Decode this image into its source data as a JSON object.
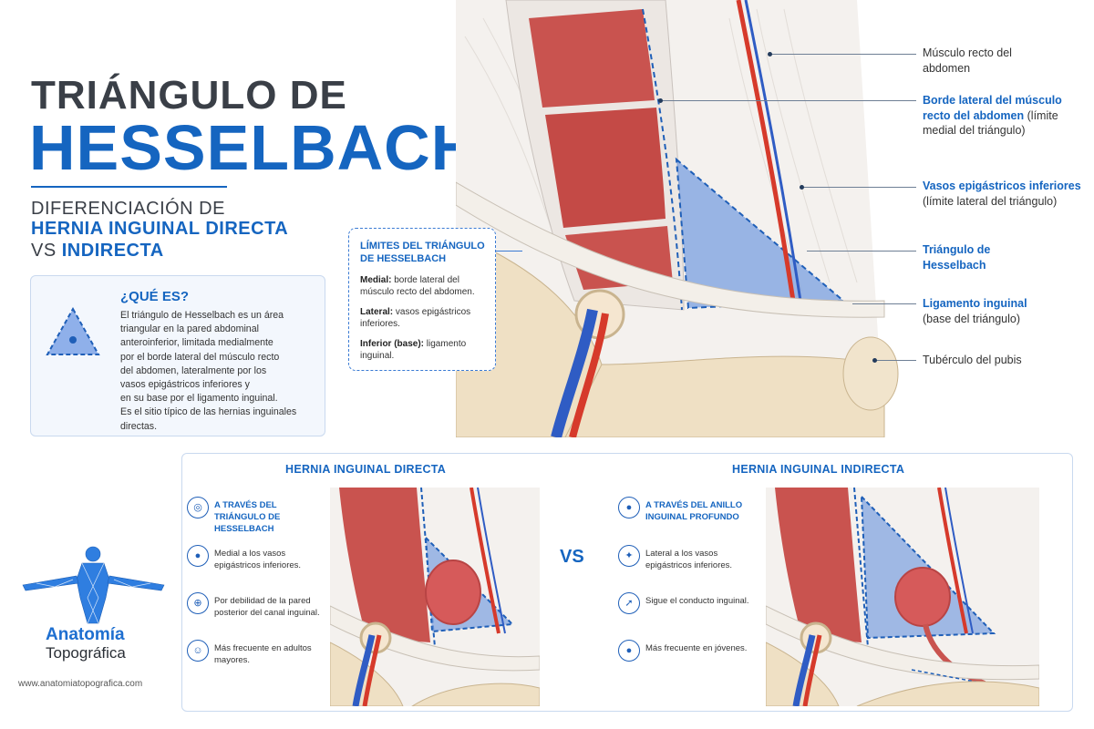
{
  "header": {
    "title_line1": "TRIÁNGULO DE",
    "title_line2": "HESSELBACH",
    "subtitle_line1": "DIFERENCIACIÓN DE",
    "subtitle_line2": "HERNIA INGUINAL DIRECTA",
    "subtitle_vs": "VS",
    "subtitle_line3": "INDIRECTA"
  },
  "que_es": {
    "title": "¿QUÉ ES?",
    "lines": [
      "El triángulo de Hesselbach es un área",
      "triangular en la pared abdominal",
      "anteroinferior, limitada medialmente",
      "por el borde lateral del músculo recto",
      "del abdomen, lateralmente por los",
      "vasos epigástricos inferiores y",
      "en su base por el ligamento inguinal.",
      "Es el sitio típico de las hernias inguinales",
      "directas."
    ]
  },
  "limits": {
    "title": "LÍMITES DEL TRIÁNGULO DE HESSELBACH",
    "medial_label": "Medial:",
    "medial_text": "borde lateral del músculo recto del abdomen.",
    "lateral_label": "Lateral:",
    "lateral_text": "vasos epigástricos inferiores.",
    "inferior_label": "Inferior (base):",
    "inferior_text": "ligamento inguinal."
  },
  "labels": {
    "recto_line1": "Músculo recto del",
    "recto_line2": "abdomen",
    "borde_bold": "Borde lateral del músculo recto del abdomen",
    "borde_rest": "(límite medial del triángulo)",
    "vasos_bold": "Vasos epigástricos inferiores",
    "vasos_rest": "(límite lateral del triángulo)",
    "triangulo_bold": "Triángulo de Hesselbach",
    "ligamento_bold": "Ligamento inguinal",
    "ligamento_rest": "(base del triángulo)",
    "tuberculo": "Tubérculo del pubis"
  },
  "comparison": {
    "vs": "VS",
    "directa": {
      "title": "HERNIA INGUINAL DIRECTA",
      "items": [
        {
          "icon": "target-icon",
          "text": "A TRAVÉS DEL TRIÁNGULO DE HESSELBACH",
          "bold": true
        },
        {
          "icon": "person-icon",
          "text": "Medial a los vasos epigástricos inferiores.",
          "bold": false
        },
        {
          "icon": "globe-icon",
          "text": "Por debilidad de la pared posterior del canal inguinal.",
          "bold": false
        },
        {
          "icon": "elderly-icon",
          "text": "Más frecuente en adultos mayores.",
          "bold": false
        }
      ]
    },
    "indirecta": {
      "title": "HERNIA INGUINAL INDIRECTA",
      "items": [
        {
          "icon": "ring-icon",
          "text": "A TRAVÉS DEL ANILLO INGUINAL PROFUNDO",
          "bold": true
        },
        {
          "icon": "walking-icon",
          "text": "Lateral a los vasos epigástricos inferiores.",
          "bold": false
        },
        {
          "icon": "arrow-icon",
          "text": "Sigue el conducto inguinal.",
          "bold": false
        },
        {
          "icon": "young-person-icon",
          "text": "Más frecuente en jóvenes.",
          "bold": false
        }
      ]
    }
  },
  "brand": {
    "name": "Anatomía",
    "sub": "Topográfica",
    "website": "www.anatomiatopografica.com"
  },
  "colors": {
    "accent": "#1565c0",
    "muscle": "#c9534f",
    "triangle": "#7a9fe0",
    "artery": "#d63a2b",
    "vein": "#2f5cc4",
    "bone": "#efe0c4"
  }
}
